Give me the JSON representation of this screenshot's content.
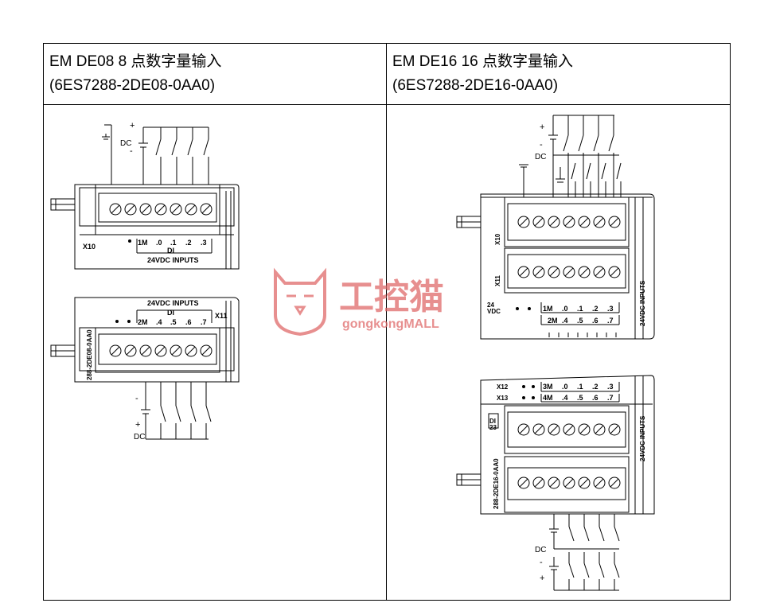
{
  "panels": [
    {
      "title_line1": "EM DE08 8 点数字量输入",
      "title_line2": "(6ES7288-2DE08-0AA0)",
      "top_block": {
        "connector": "X10",
        "terminals": [
          "1M",
          ".0",
          ".1",
          ".2",
          ".3"
        ],
        "group": "DI",
        "footer": "24VDC INPUTS"
      },
      "bottom_block": {
        "connector": "X11",
        "header": "24VDC INPUTS",
        "group": "DI",
        "terminals": [
          "2M",
          ".4",
          ".5",
          ".6",
          ".7"
        ],
        "side_label": "288-2DE08-0AA0"
      },
      "supply_top": {
        "plus": "+",
        "label": "DC",
        "minus": "-"
      },
      "supply_bottom": {
        "minus": "-",
        "plus": "+",
        "label": "DC"
      }
    },
    {
      "title_line1": "EM DE16 16 点数字量输入",
      "title_line2": "(6ES7288-2DE16-0AA0)",
      "upper_module": {
        "connectors": [
          "X10",
          "X11"
        ],
        "row1": [
          "1M",
          ".0",
          ".1",
          ".2",
          ".3"
        ],
        "row2": [
          "2M",
          ".4",
          ".5",
          ".6",
          ".7"
        ],
        "left_label": "24\nVDC",
        "side_label": "24VDC INPUTS"
      },
      "lower_module": {
        "connectors": [
          "X12",
          "X13"
        ],
        "row1": [
          "3M",
          ".0",
          ".1",
          ".2",
          ".3"
        ],
        "row2": [
          "4M",
          ".4",
          ".5",
          ".6",
          ".7"
        ],
        "badge": "DI\n23",
        "side_left": "288-2DE16-0AA0",
        "side_right": "24VDC INPUTS"
      },
      "supply_top": {
        "plus": "+",
        "minus": "-",
        "label": "DC"
      },
      "supply_bottom": {
        "label": "DC",
        "minus": "-",
        "plus": "+"
      }
    }
  ],
  "watermark": {
    "brand": "工控猫",
    "sub": "gongkongMALL",
    "color": "#e06a6a"
  }
}
